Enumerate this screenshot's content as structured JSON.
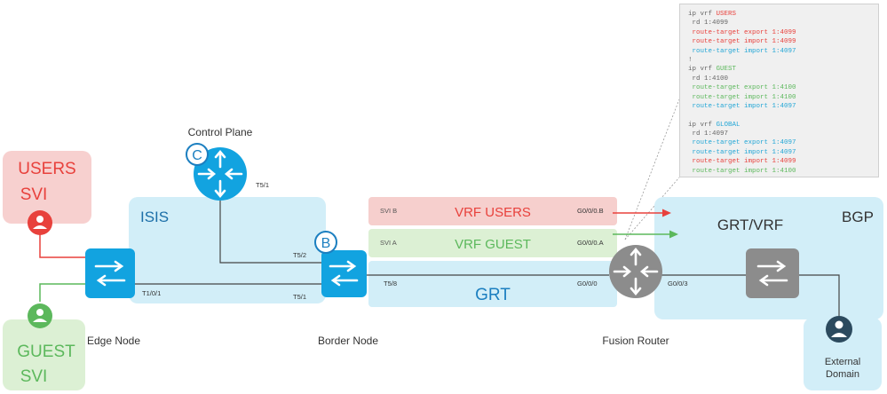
{
  "colors": {
    "users_red": "#e8413c",
    "guest_green": "#5cb85c",
    "grt_blue": "#1c7fc0",
    "cyan_box": "#d2eef8",
    "device_blue": "#12a3e0",
    "fusion_gray": "#8c8c8c",
    "code_bg": "#f0f0f0"
  },
  "labels": {
    "users_svi": [
      "USERS",
      "SVI"
    ],
    "guest_svi": [
      "GUEST",
      "SVI"
    ],
    "control_plane": "Control Plane",
    "isis": "ISIS",
    "edge_node": "Edge Node",
    "border_node": "Border Node",
    "fusion_router": "Fusion Router",
    "bgp": "BGP",
    "grt_vrf": "GRT/VRF",
    "external_domain": [
      "External",
      "Domain"
    ],
    "vrf_users": "VRF USERS",
    "vrf_guest": "VRF GUEST",
    "grt": "GRT",
    "svi_b": "SVI B",
    "svi_a": "SVI A",
    "badge_c": "C",
    "badge_b": "B"
  },
  "interfaces": {
    "cp_t5_1": "T5/1",
    "bn_t5_2": "T5/2",
    "bn_t5_1": "T5/1",
    "edge_t1_0_1": "T1/0/1",
    "bn_t5_8": "T5/8",
    "g0_0_0_b": "G0/0/0.B",
    "g0_0_0_a": "G0/0/0.A",
    "g0_0_0": "G0/0/0",
    "g0_0_3": "G0/0/3"
  },
  "code": [
    {
      "prefix": "ip vrf ",
      "kw": "USERS",
      "cls": "red"
    },
    {
      "prefix": " rd 1:4099",
      "kw": "",
      "cls": "gray"
    },
    {
      "prefix": " route-target export 1:4099",
      "kw": "",
      "cls": "red"
    },
    {
      "prefix": " route-target import 1:4099",
      "kw": "",
      "cls": "red"
    },
    {
      "prefix": " route-target import 1:4097",
      "kw": "",
      "cls": "cyan"
    },
    {
      "prefix": "!",
      "kw": "",
      "cls": "gray"
    },
    {
      "prefix": "ip vrf ",
      "kw": "GUEST",
      "cls": "green"
    },
    {
      "prefix": " rd 1:4100",
      "kw": "",
      "cls": "gray"
    },
    {
      "prefix": " route-target export 1:4100",
      "kw": "",
      "cls": "green"
    },
    {
      "prefix": " route-target import 1:4100",
      "kw": "",
      "cls": "green"
    },
    {
      "prefix": " route-target import 1:4097",
      "kw": "",
      "cls": "cyan"
    },
    {
      "prefix": "",
      "kw": "",
      "cls": "gray"
    },
    {
      "prefix": "ip vrf ",
      "kw": "GLOBAL",
      "cls": "cyan"
    },
    {
      "prefix": " rd 1:4097",
      "kw": "",
      "cls": "gray"
    },
    {
      "prefix": " route-target export 1:4097",
      "kw": "",
      "cls": "cyan"
    },
    {
      "prefix": " route-target import 1:4097",
      "kw": "",
      "cls": "cyan"
    },
    {
      "prefix": " route-target import 1:4099",
      "kw": "",
      "cls": "red"
    },
    {
      "prefix": " route-target import 1:4100",
      "kw": "",
      "cls": "green"
    }
  ]
}
